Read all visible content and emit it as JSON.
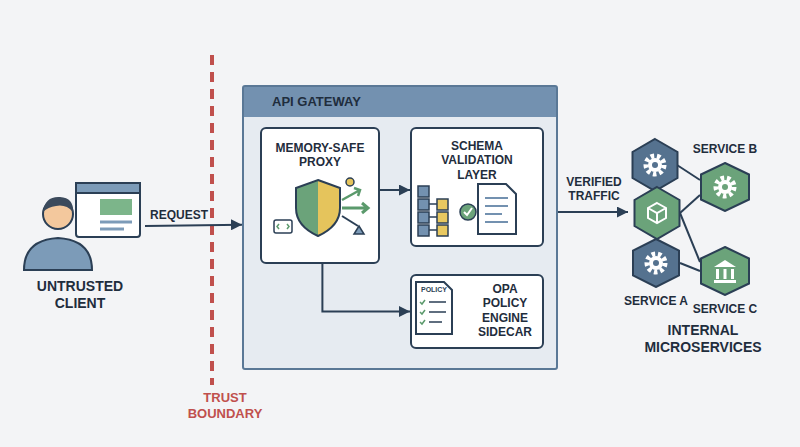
{
  "diagram": {
    "nodes": [
      {
        "text": [
          "UNTRUSTED CLIENT"
        ]
      },
      {
        "text": [
          "API GATEWAY"
        ]
      },
      {
        "text": [
          "MEMORY-SAFE PROXY"
        ],
        "in": 1
      },
      {
        "text": [
          "SCHEMA VALIDATION LAYER"
        ],
        "in": 1
      },
      {
        "text": [
          "OPA POLICY ENGINE SIDECAR"
        ],
        "in": 1
      },
      {
        "text": [
          "INTERNAL MICROSERVICES"
        ]
      },
      {
        "text": [
          "SERVICE A"
        ],
        "in": 5
      },
      {
        "text": [
          "SERVICE B"
        ],
        "in": 5
      },
      {
        "text": [
          "SERVICE C"
        ],
        "in": 5
      }
    ],
    "edges": [
      {
        "from": 0,
        "to": 1,
        "label": "REQUEST",
        "arrow": "to"
      },
      {
        "from": 2,
        "to": 3,
        "arrow": "to"
      },
      {
        "from": 2,
        "to": 4,
        "arrow": "to"
      },
      {
        "from": 1,
        "to": 5,
        "label": "VERIFIED TRAFFIC",
        "arrow": "to"
      },
      {
        "from": 6,
        "to": 8,
        "arrow": "none"
      }
    ],
    "labels": [
      "TRUST BOUNDARY",
      "POLICY"
    ]
  }
}
